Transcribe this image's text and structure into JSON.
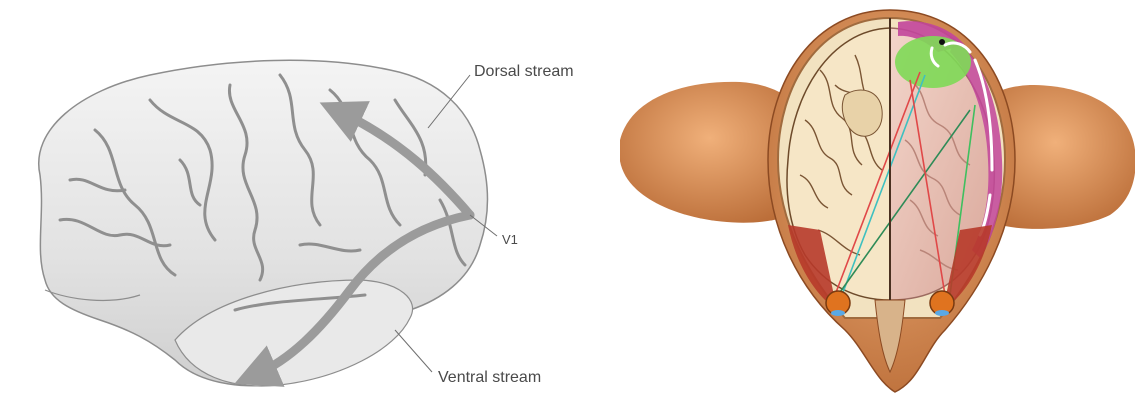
{
  "left_figure": {
    "labels": {
      "dorsal": "Dorsal stream",
      "v1": "V1",
      "ventral": "Ventral stream"
    }
  },
  "colors": {
    "cortex_fill": "#e6e6e6",
    "cortex_shadow": "#9a9a9a",
    "arrow": "#9b9b9b",
    "skin": "#d9935c",
    "brain_pink": "#e8c2b8",
    "brain_cream": "#f4e4c4",
    "green_region": "#7ed957",
    "magenta_region": "#c2459b"
  }
}
